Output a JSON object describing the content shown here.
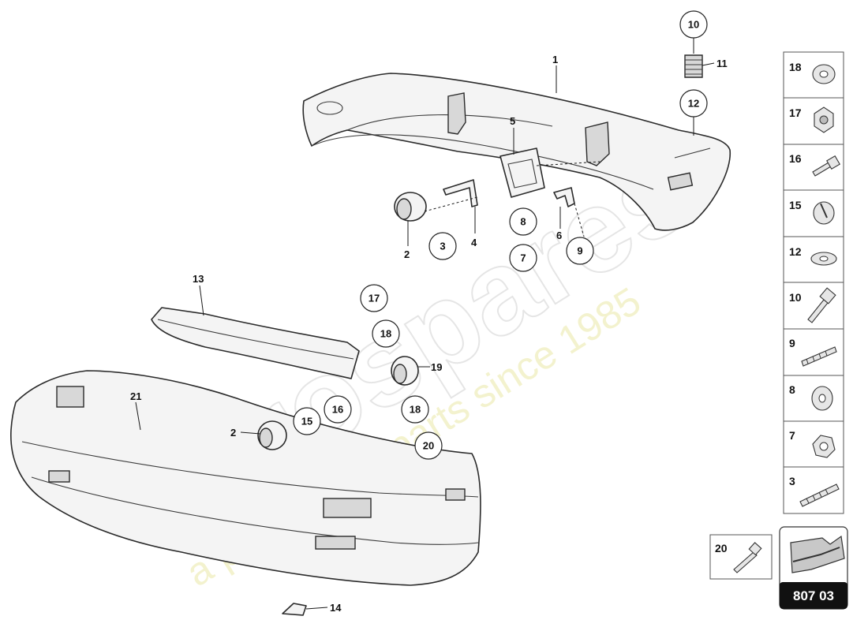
{
  "watermark": {
    "logo": "eurospares",
    "tagline": "a passion for parts since 1985"
  },
  "callouts": {
    "c1": "1",
    "c2a": "2",
    "c2b": "2",
    "c4": "4",
    "c5": "5",
    "c6": "6",
    "c11": "11",
    "c13": "13",
    "c14": "14",
    "c19": "19",
    "c21": "21"
  },
  "bubbles": {
    "b3": "3",
    "b7": "7",
    "b8": "8",
    "b9": "9",
    "b10": "10",
    "b12": "12",
    "b15": "15",
    "b16": "16",
    "b17": "17",
    "b18a": "18",
    "b18b": "18",
    "b20": "20"
  },
  "side_panel": {
    "items": [
      {
        "label": "18",
        "icon": "washer-thick-icon"
      },
      {
        "label": "17",
        "icon": "cap-nut-icon"
      },
      {
        "label": "16",
        "icon": "bolt-short-icon"
      },
      {
        "label": "15",
        "icon": "spring-clip-icon"
      },
      {
        "label": "12",
        "icon": "flat-washer-icon"
      },
      {
        "label": "10",
        "icon": "hex-bolt-icon"
      },
      {
        "label": "9",
        "icon": "threaded-stud-icon"
      },
      {
        "label": "8",
        "icon": "washer-icon"
      },
      {
        "label": "7",
        "icon": "hex-nut-icon"
      },
      {
        "label": "3",
        "icon": "long-stud-icon"
      }
    ],
    "extra_item": {
      "label": "20",
      "icon": "screw-icon"
    }
  },
  "reference": {
    "code": "807 03",
    "icon": "direction-arrow-icon"
  }
}
